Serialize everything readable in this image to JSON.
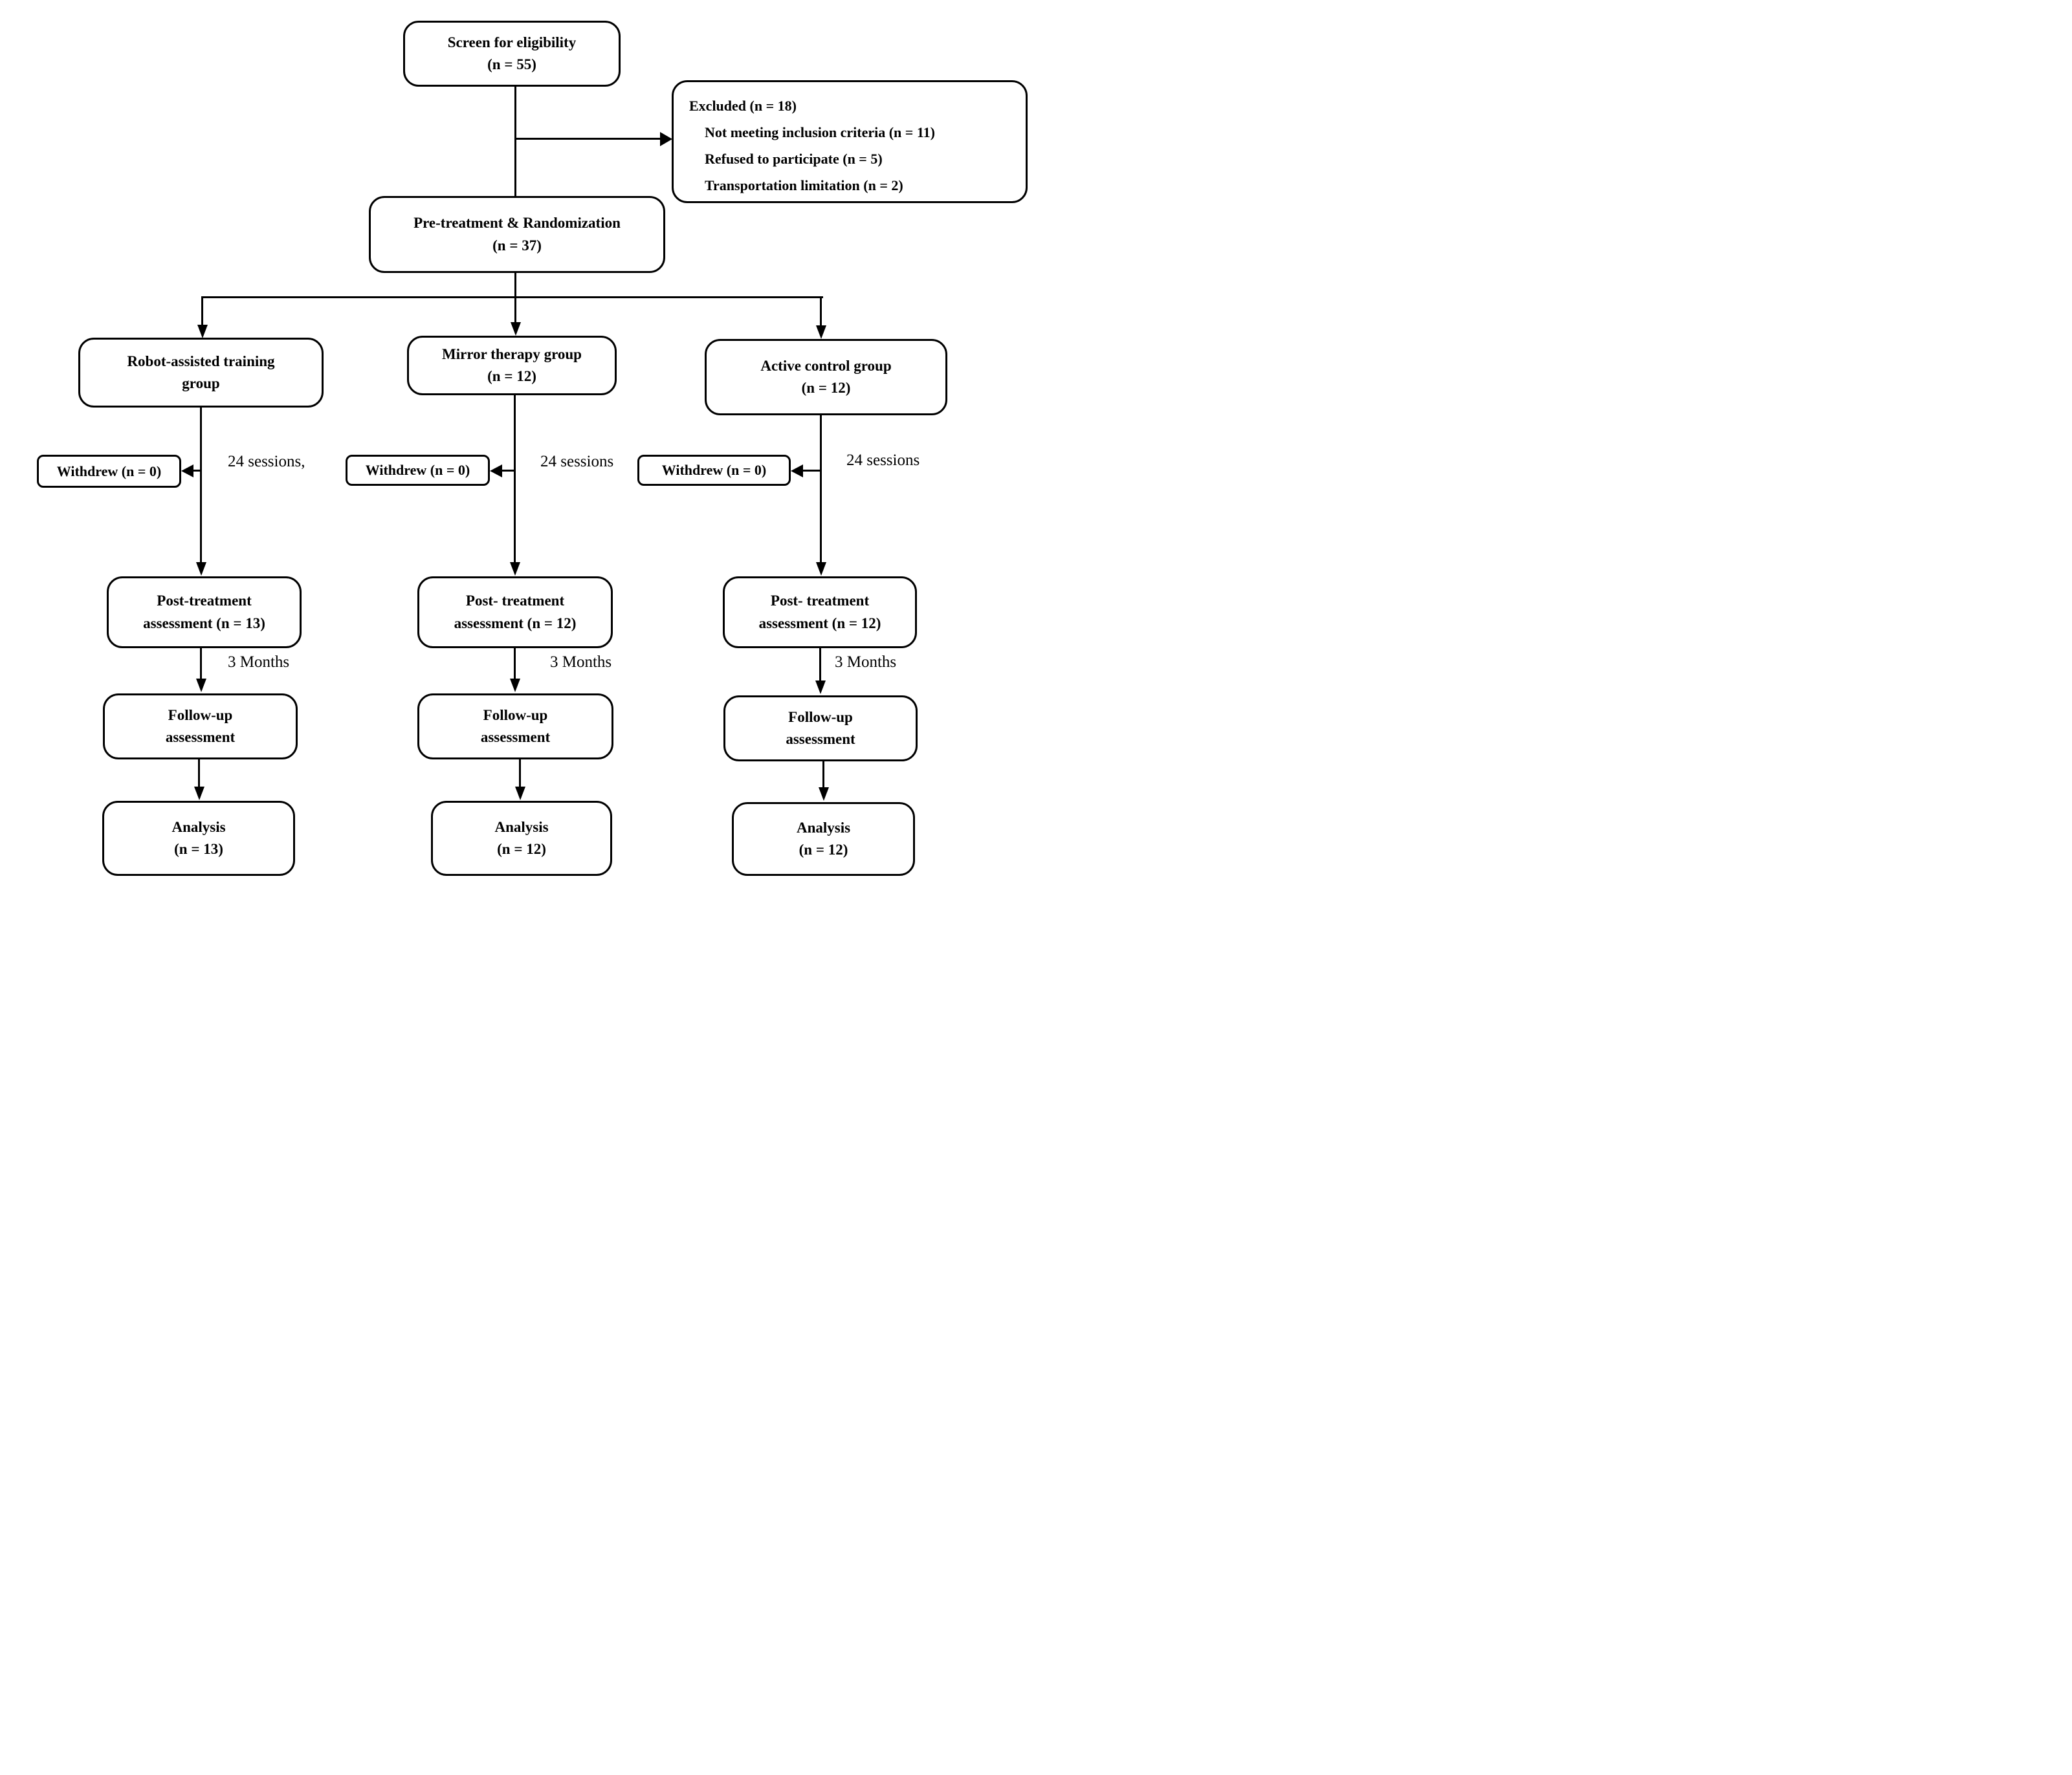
{
  "diagram": {
    "title_semantic": "CONSORT participant flow diagram",
    "colors": {
      "line": "#000000",
      "background": "#ffffff",
      "box_background": "#ffffff",
      "text": "#000000"
    },
    "screen": {
      "line1": "Screen for eligibility",
      "line2": "(n = 55)"
    },
    "excluded": {
      "title": "Excluded (n = 18)",
      "items": [
        "Not meeting inclusion criteria (n = 11)",
        "Refused to participate (n = 5)",
        "Transportation limitation (n = 2)"
      ]
    },
    "pretreat": {
      "line1": "Pre-treatment & Randomization",
      "line2": "(n = 37)"
    },
    "columns": [
      {
        "group": {
          "line1": "Robot-assisted training",
          "line2": "group"
        },
        "withdrew": "Withdrew (n = 0)",
        "sessions_label": "24 sessions,",
        "post": {
          "line1": "Post-treatment",
          "line2": "assessment (n = 13)"
        },
        "months_label": "3 Months",
        "followup": {
          "line1": "Follow-up",
          "line2": "assessment"
        },
        "analysis": {
          "line1": "Analysis",
          "line2": "(n = 13)"
        }
      },
      {
        "group": {
          "line1": "Mirror therapy group",
          "line2": "(n = 12)"
        },
        "withdrew": "Withdrew (n = 0)",
        "sessions_label": "24 sessions",
        "post": {
          "line1": "Post- treatment",
          "line2": "assessment (n = 12)"
        },
        "months_label": "3 Months",
        "followup": {
          "line1": "Follow-up",
          "line2": "assessment"
        },
        "analysis": {
          "line1": "Analysis",
          "line2": "(n = 12)"
        }
      },
      {
        "group": {
          "line1": "Active control group",
          "line2": "(n = 12)"
        },
        "withdrew": "Withdrew (n = 0)",
        "sessions_label": "24 sessions",
        "post": {
          "line1": "Post- treatment",
          "line2": "assessment (n = 12)"
        },
        "months_label": "3 Months",
        "followup": {
          "line1": "Follow-up",
          "line2": "assessment"
        },
        "analysis": {
          "line1": "Analysis",
          "line2": "(n = 12)"
        }
      }
    ]
  }
}
